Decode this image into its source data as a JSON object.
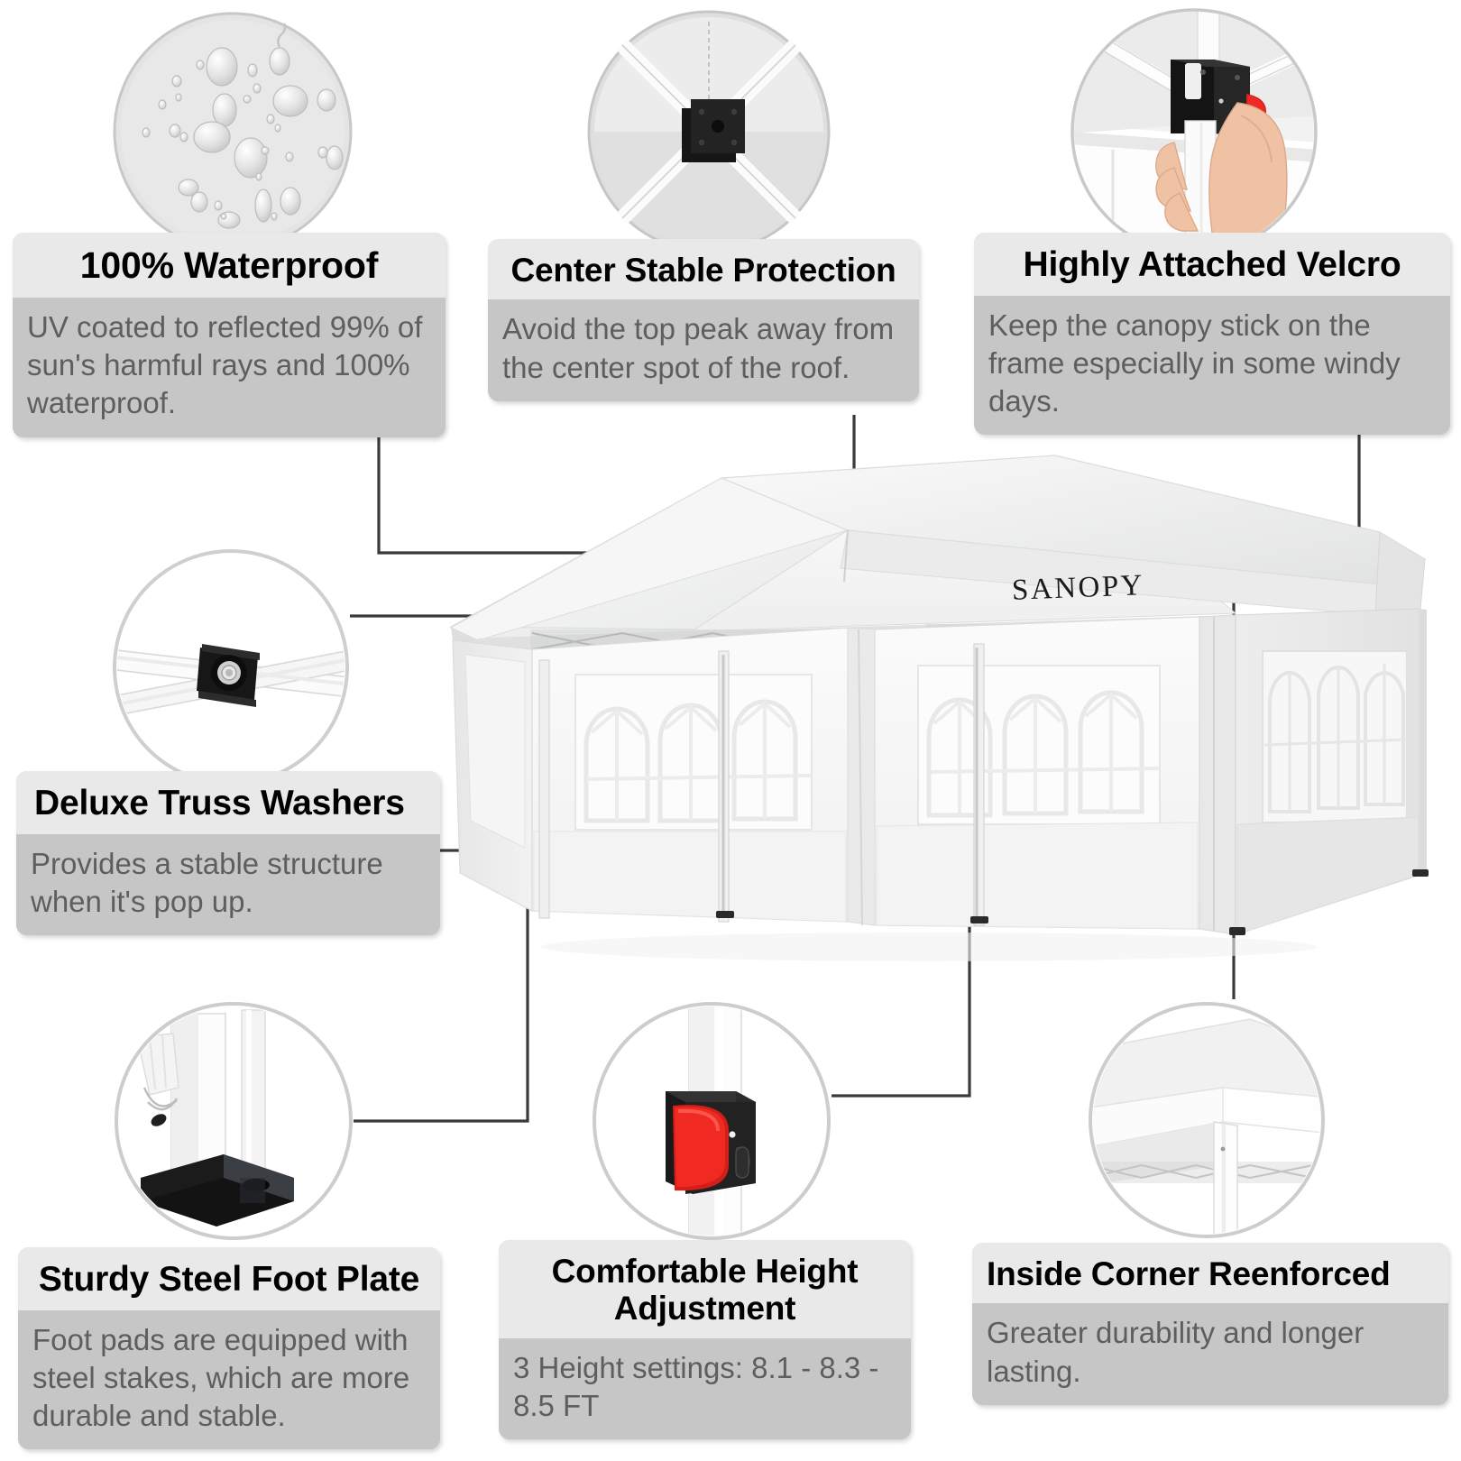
{
  "brand": {
    "wordmark": "SANOPY"
  },
  "features": [
    {
      "id": "waterproof",
      "title": "100% Waterproof",
      "description": "UV coated to reflected 99% of sun's harmful rays and 100% waterproof.",
      "icon": "water-droplets-icon"
    },
    {
      "id": "center",
      "title": "Center Stable Protection",
      "description": "Avoid the top peak away from the center spot of the roof.",
      "icon": "roof-center-hub-icon"
    },
    {
      "id": "velcro",
      "title": "Highly Attached Velcro",
      "description": "Keep the canopy stick on the frame especially in some windy days.",
      "icon": "hand-on-corner-connector-icon"
    },
    {
      "id": "truss",
      "title": "Deluxe Truss Washers",
      "description": "Provides a stable structure when it's pop up.",
      "icon": "truss-washer-icon"
    },
    {
      "id": "foot",
      "title": "Sturdy Steel Foot Plate",
      "description": "Foot pads are equipped with steel stakes, which are more durable and stable.",
      "icon": "steel-foot-plate-icon"
    },
    {
      "id": "height",
      "title": "Comfortable Height Adjustment",
      "description": "3 Height settings: 8.1 - 8.3 - 8.5 FT",
      "icon": "red-push-button-icon"
    },
    {
      "id": "corner",
      "title": "Inside Corner Reenforced",
      "description": "Greater durability and longer lasting.",
      "icon": "inside-corner-icon"
    }
  ],
  "colors": {
    "background": "#ffffff",
    "card_header_bg": "#e9e9e9",
    "card_body_bg": "#c6c6c6",
    "card_title_text": "#000000",
    "card_body_text": "#5e5e5e",
    "connector_line": "#3a3a3a",
    "accent_red": "#e8241f",
    "hardware_black": "#1f1f1f",
    "canopy_white": "#f4f4f4"
  }
}
